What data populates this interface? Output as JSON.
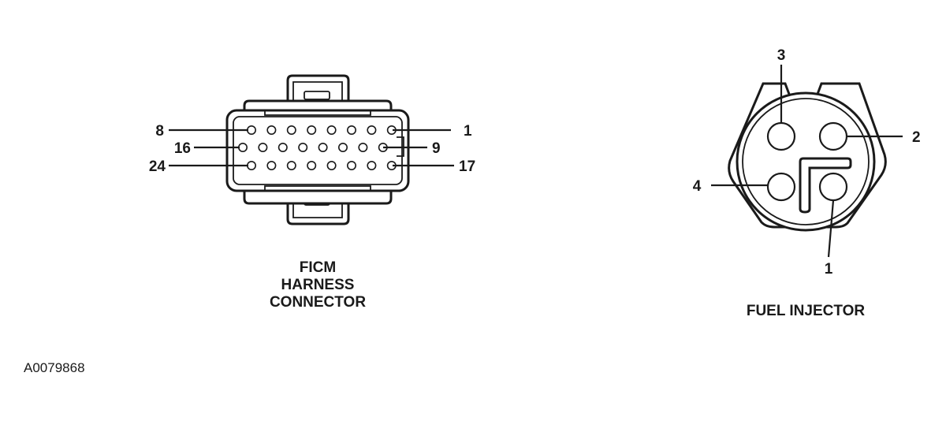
{
  "ficm": {
    "caption_lines": [
      "FICM",
      "HARNESS",
      "CONNECTOR"
    ],
    "pin_labels": {
      "top_left": "8",
      "top_right": "1",
      "mid_left": "16",
      "mid_right": "9",
      "bot_left": "24",
      "bot_right": "17"
    }
  },
  "injector": {
    "caption": "FUEL INJECTOR",
    "pin_labels": {
      "pin3": "3",
      "pin2": "2",
      "pin4": "4",
      "pin1": "1"
    }
  },
  "reference_code": "A0079868"
}
